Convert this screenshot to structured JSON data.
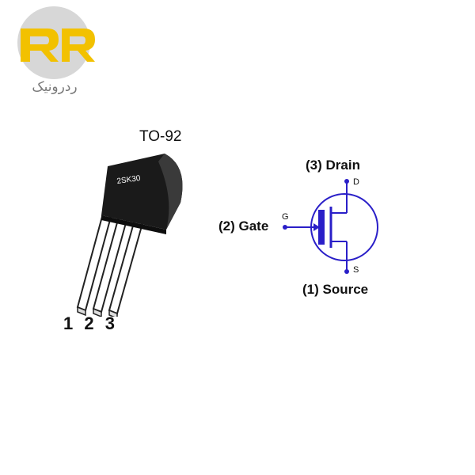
{
  "logo": {
    "text": "ردرونیک",
    "colors": {
      "circle": "#d7d7d7",
      "letters": "#f2c100"
    }
  },
  "package": {
    "name": "TO-92",
    "marking": "2SK30",
    "pin_numbers": "1 2 3",
    "body_color": "#1a1a1a"
  },
  "symbol": {
    "drain_label": "(3) Drain",
    "gate_label": "(2) Gate",
    "source_label": "(1) Source",
    "pin_d": "D",
    "pin_g": "G",
    "pin_s": "S",
    "color": "#2a1fc8"
  }
}
